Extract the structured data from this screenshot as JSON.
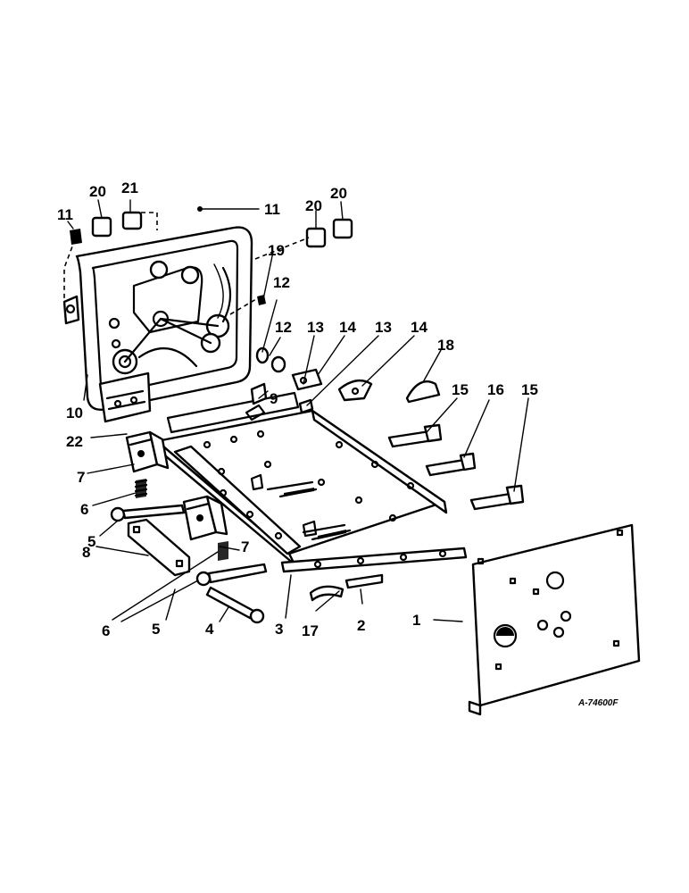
{
  "callouts": [
    {
      "id": "c1",
      "text": "1"
    },
    {
      "id": "c2",
      "text": "2"
    },
    {
      "id": "c3",
      "text": "3"
    },
    {
      "id": "c4",
      "text": "4"
    },
    {
      "id": "c5a",
      "text": "5"
    },
    {
      "id": "c5b",
      "text": "5"
    },
    {
      "id": "c6a",
      "text": "6"
    },
    {
      "id": "c6b",
      "text": "6"
    },
    {
      "id": "c7a",
      "text": "7"
    },
    {
      "id": "c7b",
      "text": "7"
    },
    {
      "id": "c8",
      "text": "8"
    },
    {
      "id": "c9",
      "text": "9"
    },
    {
      "id": "c10",
      "text": "10"
    },
    {
      "id": "c11a",
      "text": "11"
    },
    {
      "id": "c11b",
      "text": "11"
    },
    {
      "id": "c12a",
      "text": "12"
    },
    {
      "id": "c12b",
      "text": "12"
    },
    {
      "id": "c13a",
      "text": "13"
    },
    {
      "id": "c13b",
      "text": "13"
    },
    {
      "id": "c14a",
      "text": "14"
    },
    {
      "id": "c14b",
      "text": "14"
    },
    {
      "id": "c15a",
      "text": "15"
    },
    {
      "id": "c15b",
      "text": "15"
    },
    {
      "id": "c16",
      "text": "16"
    },
    {
      "id": "c17",
      "text": "17"
    },
    {
      "id": "c18",
      "text": "18"
    },
    {
      "id": "c19",
      "text": "19"
    },
    {
      "id": "c20a",
      "text": "20"
    },
    {
      "id": "c20b",
      "text": "20"
    },
    {
      "id": "c20c",
      "text": "20"
    },
    {
      "id": "c21",
      "text": "21"
    },
    {
      "id": "c22",
      "text": "22"
    }
  ],
  "drawing_code": "A-74600F"
}
